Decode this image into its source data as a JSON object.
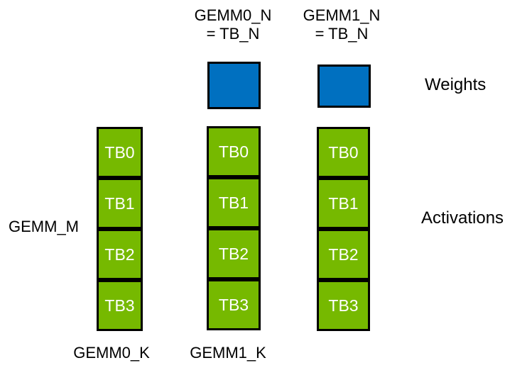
{
  "colors": {
    "activation_green": "#76B900",
    "weight_blue": "#0070C0",
    "outline_black": "#000000",
    "tb_text_white": "#FFFFFF",
    "label_text_black": "#000000"
  },
  "top_headers": [
    {
      "line1": "GEMM0_N",
      "line2": "= TB_N"
    },
    {
      "line1": "GEMM1_N",
      "line2": "= TB_N"
    }
  ],
  "right_labels": {
    "weights": "Weights",
    "activations": "Activations"
  },
  "left_label": "GEMM_M",
  "bottom_labels": [
    "GEMM0_K",
    "GEMM1_K"
  ],
  "columns": [
    {
      "cells": [
        "TB0",
        "TB1",
        "TB2",
        "TB3"
      ]
    },
    {
      "cells": [
        "TB0",
        "TB1",
        "TB2",
        "TB3"
      ]
    },
    {
      "cells": [
        "TB0",
        "TB1",
        "TB2",
        "TB3"
      ]
    }
  ]
}
